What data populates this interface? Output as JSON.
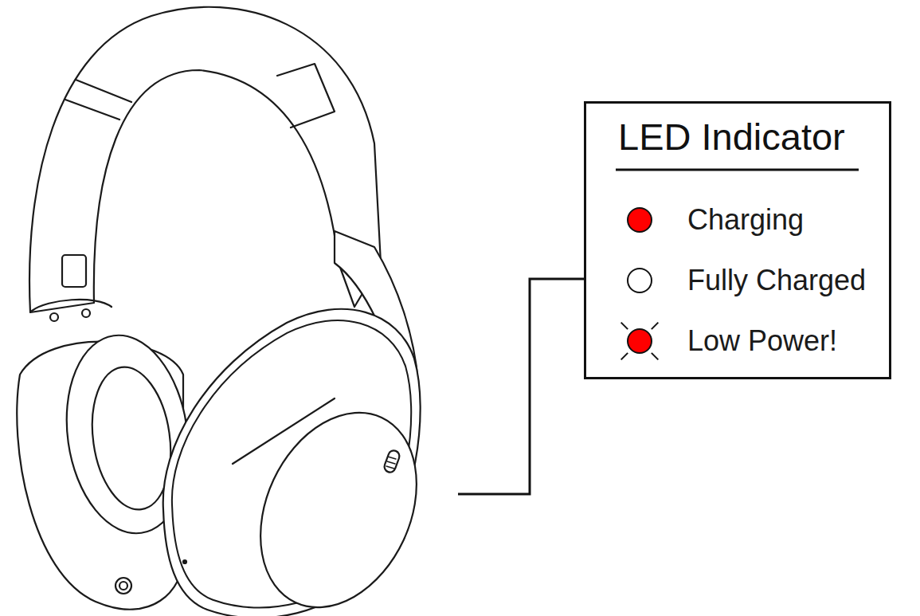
{
  "diagram": {
    "nodes": [
      {
        "text": [
          "LED Indicator"
        ]
      }
    ],
    "legend": [
      {
        "text": "Charging",
        "color": "#ff0000"
      },
      {
        "text": "Fully Charged",
        "color": "#ffffff"
      },
      {
        "text": "Low Power!"
      }
    ]
  }
}
